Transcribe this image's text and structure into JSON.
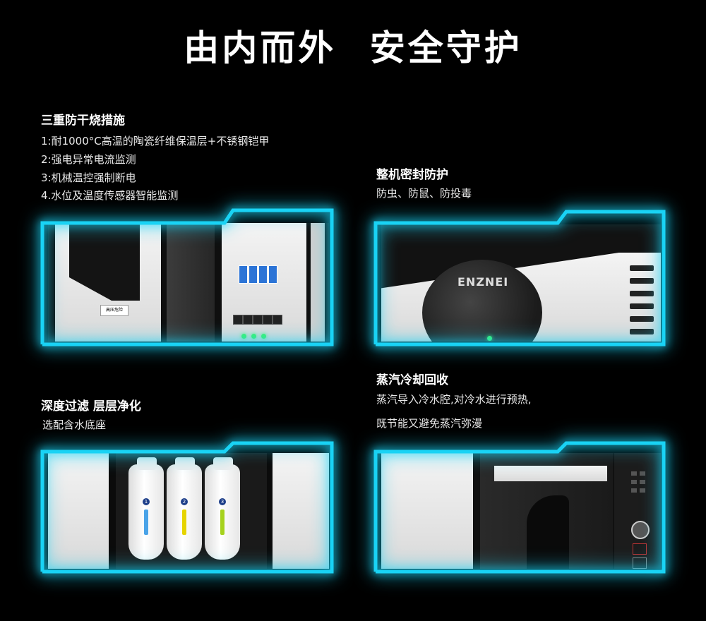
{
  "title": "由内而外  安全守护",
  "sections": {
    "dry_burn": {
      "title": "三重防干烧措施",
      "lines": [
        "1:耐1000°C高温的陶瓷纤维保温层+不锈钢铠甲",
        "2:强电异常电流监测",
        "3:机械温控强制断电",
        "4.水位及温度传感器智能监测"
      ]
    },
    "seal": {
      "title": "整机密封防护",
      "lines": [
        "防虫、防鼠、防投毒"
      ]
    },
    "filter": {
      "title": "深度过滤 层层净化",
      "lines": [
        "选配含水底座"
      ]
    },
    "steam": {
      "title": "蒸汽冷却回收",
      "lines": [
        "蒸汽导入冷水腔,对冷水进行预热,",
        "既节能又避免蒸汽弥漫"
      ]
    }
  },
  "labels": {
    "brand_logo": "ENZNEI",
    "warning_sticker": "高压危险",
    "filter_numbers": [
      "1",
      "2",
      "3"
    ]
  },
  "colors": {
    "background": "#000000",
    "glow": "#19d3f5",
    "filter_label_1": "#4aa3e8",
    "filter_label_2": "#e6d400",
    "filter_label_3": "#a6d21e",
    "breaker": "#2c74d6",
    "led": "#3ef36a"
  }
}
